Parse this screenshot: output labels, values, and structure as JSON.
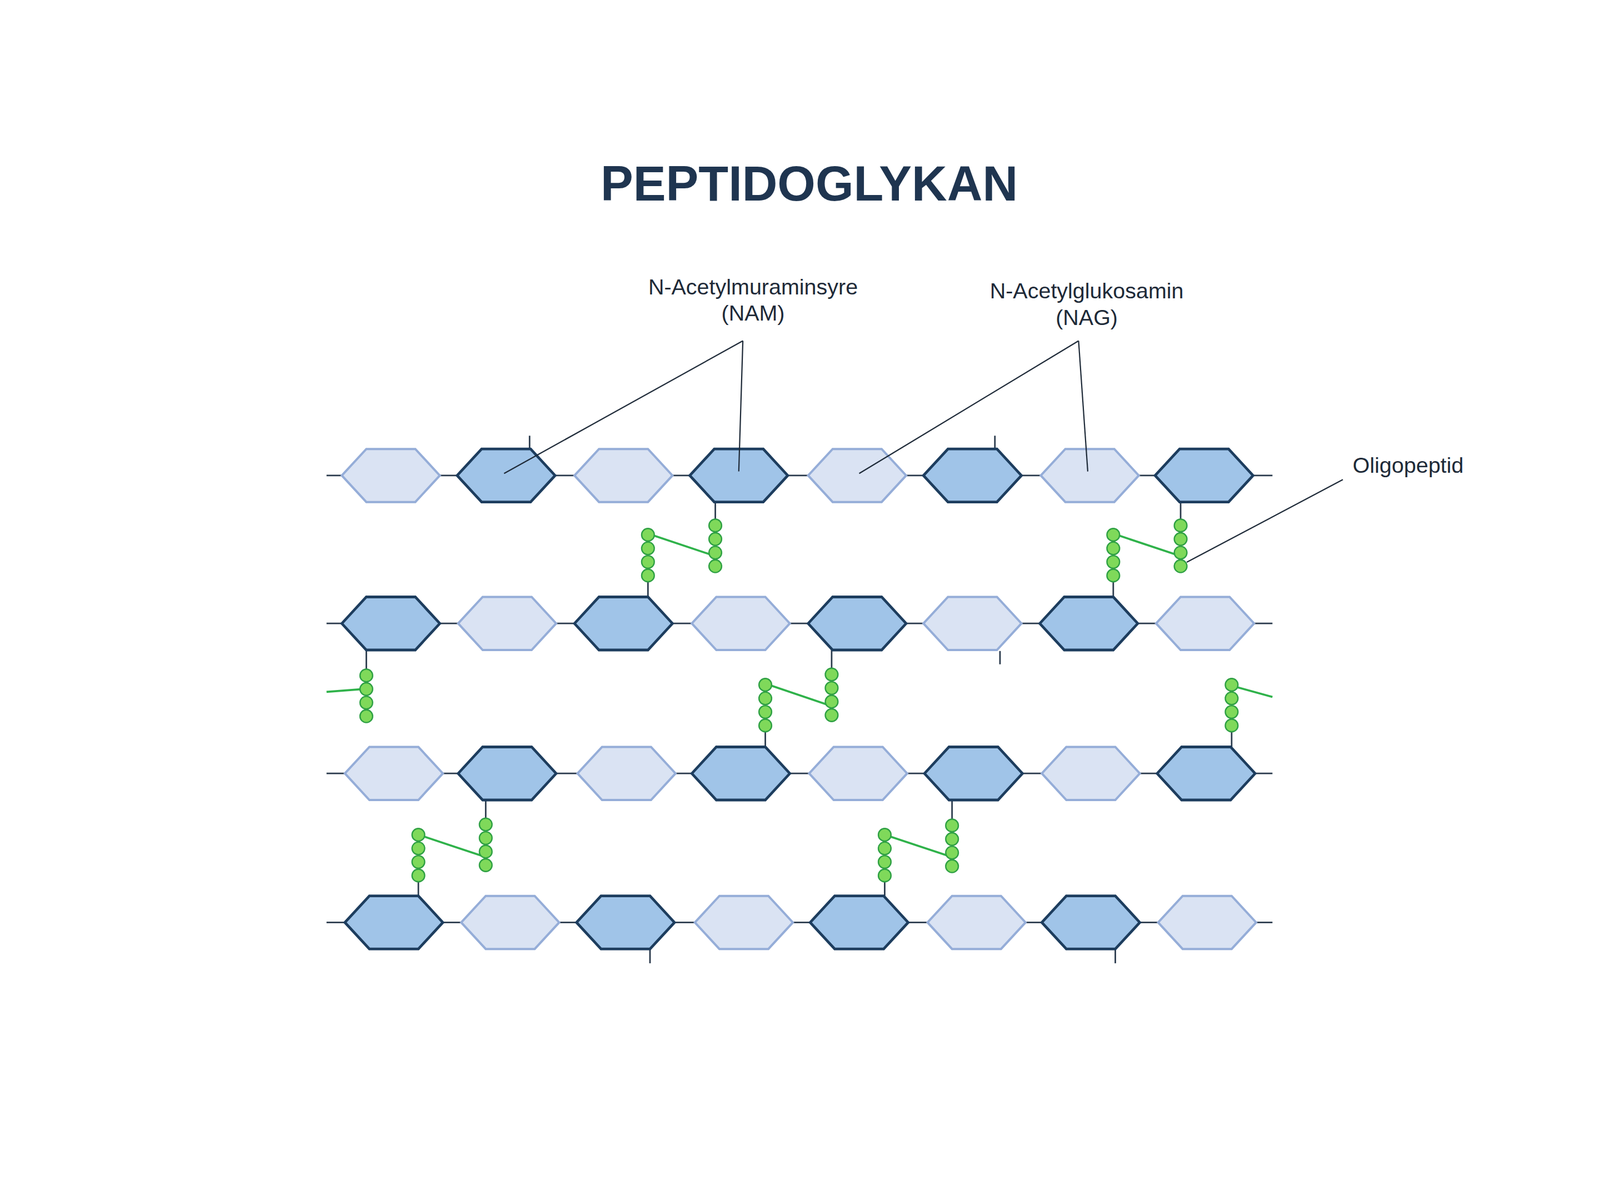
{
  "diagram": {
    "title": "PEPTIDOGLYKAN",
    "labels": [
      "N-Acetylmuraminsyre (NAM)",
      "N-Acetylglukosamin (NAG)",
      "Oligopeptid"
    ]
  }
}
